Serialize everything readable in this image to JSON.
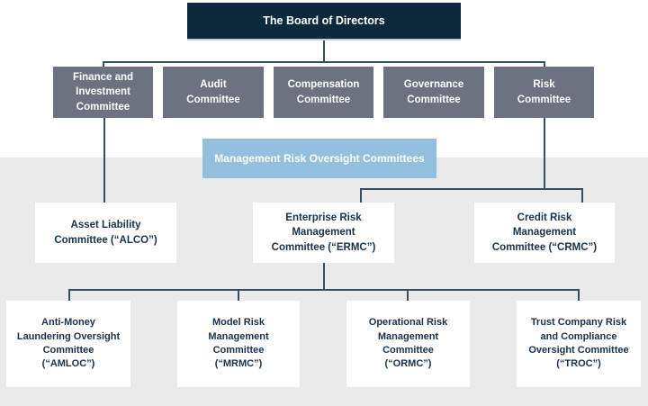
{
  "chart": {
    "board": {
      "label": "The Board of Directors"
    },
    "board_committees": [
      {
        "label": "Finance and\nInvestment\nCommittee"
      },
      {
        "label": "Audit\nCommittee"
      },
      {
        "label": "Compensation\nCommittee"
      },
      {
        "label": "Governance\nCommittee"
      },
      {
        "label": "Risk\nCommittee"
      }
    ],
    "banner": {
      "label": "Management Risk Oversight Committees"
    },
    "oversight_committees": [
      {
        "label": "Asset Liability\nCommittee (“ALCO”)"
      },
      {
        "label": "Enterprise Risk\nManagement\nCommittee (“ERMC”)"
      },
      {
        "label": "Credit Risk\nManagement\nCommittee (“CRMC”)"
      }
    ],
    "ermc_subcommittees": [
      {
        "label": "Anti-Money\nLaundering Oversight\nCommittee\n(“AMLOC”)"
      },
      {
        "label": "Model Risk\nManagement\nCommittee\n(“MRMC”)"
      },
      {
        "label": "Operational Risk\nManagement\nCommittee\n(“ORMC”)"
      },
      {
        "label": "Trust Company Risk\nand Compliance\nOversight Committee\n(“TROC”)"
      }
    ],
    "colors": {
      "board_box": "#0d2a3d",
      "committee_box": "#6d7280",
      "banner": "#92c0de",
      "band_background": "#eaeaeb",
      "connector": "#33505f",
      "text_on_dark": "#ffffff",
      "text_navy": "#17324c"
    }
  }
}
